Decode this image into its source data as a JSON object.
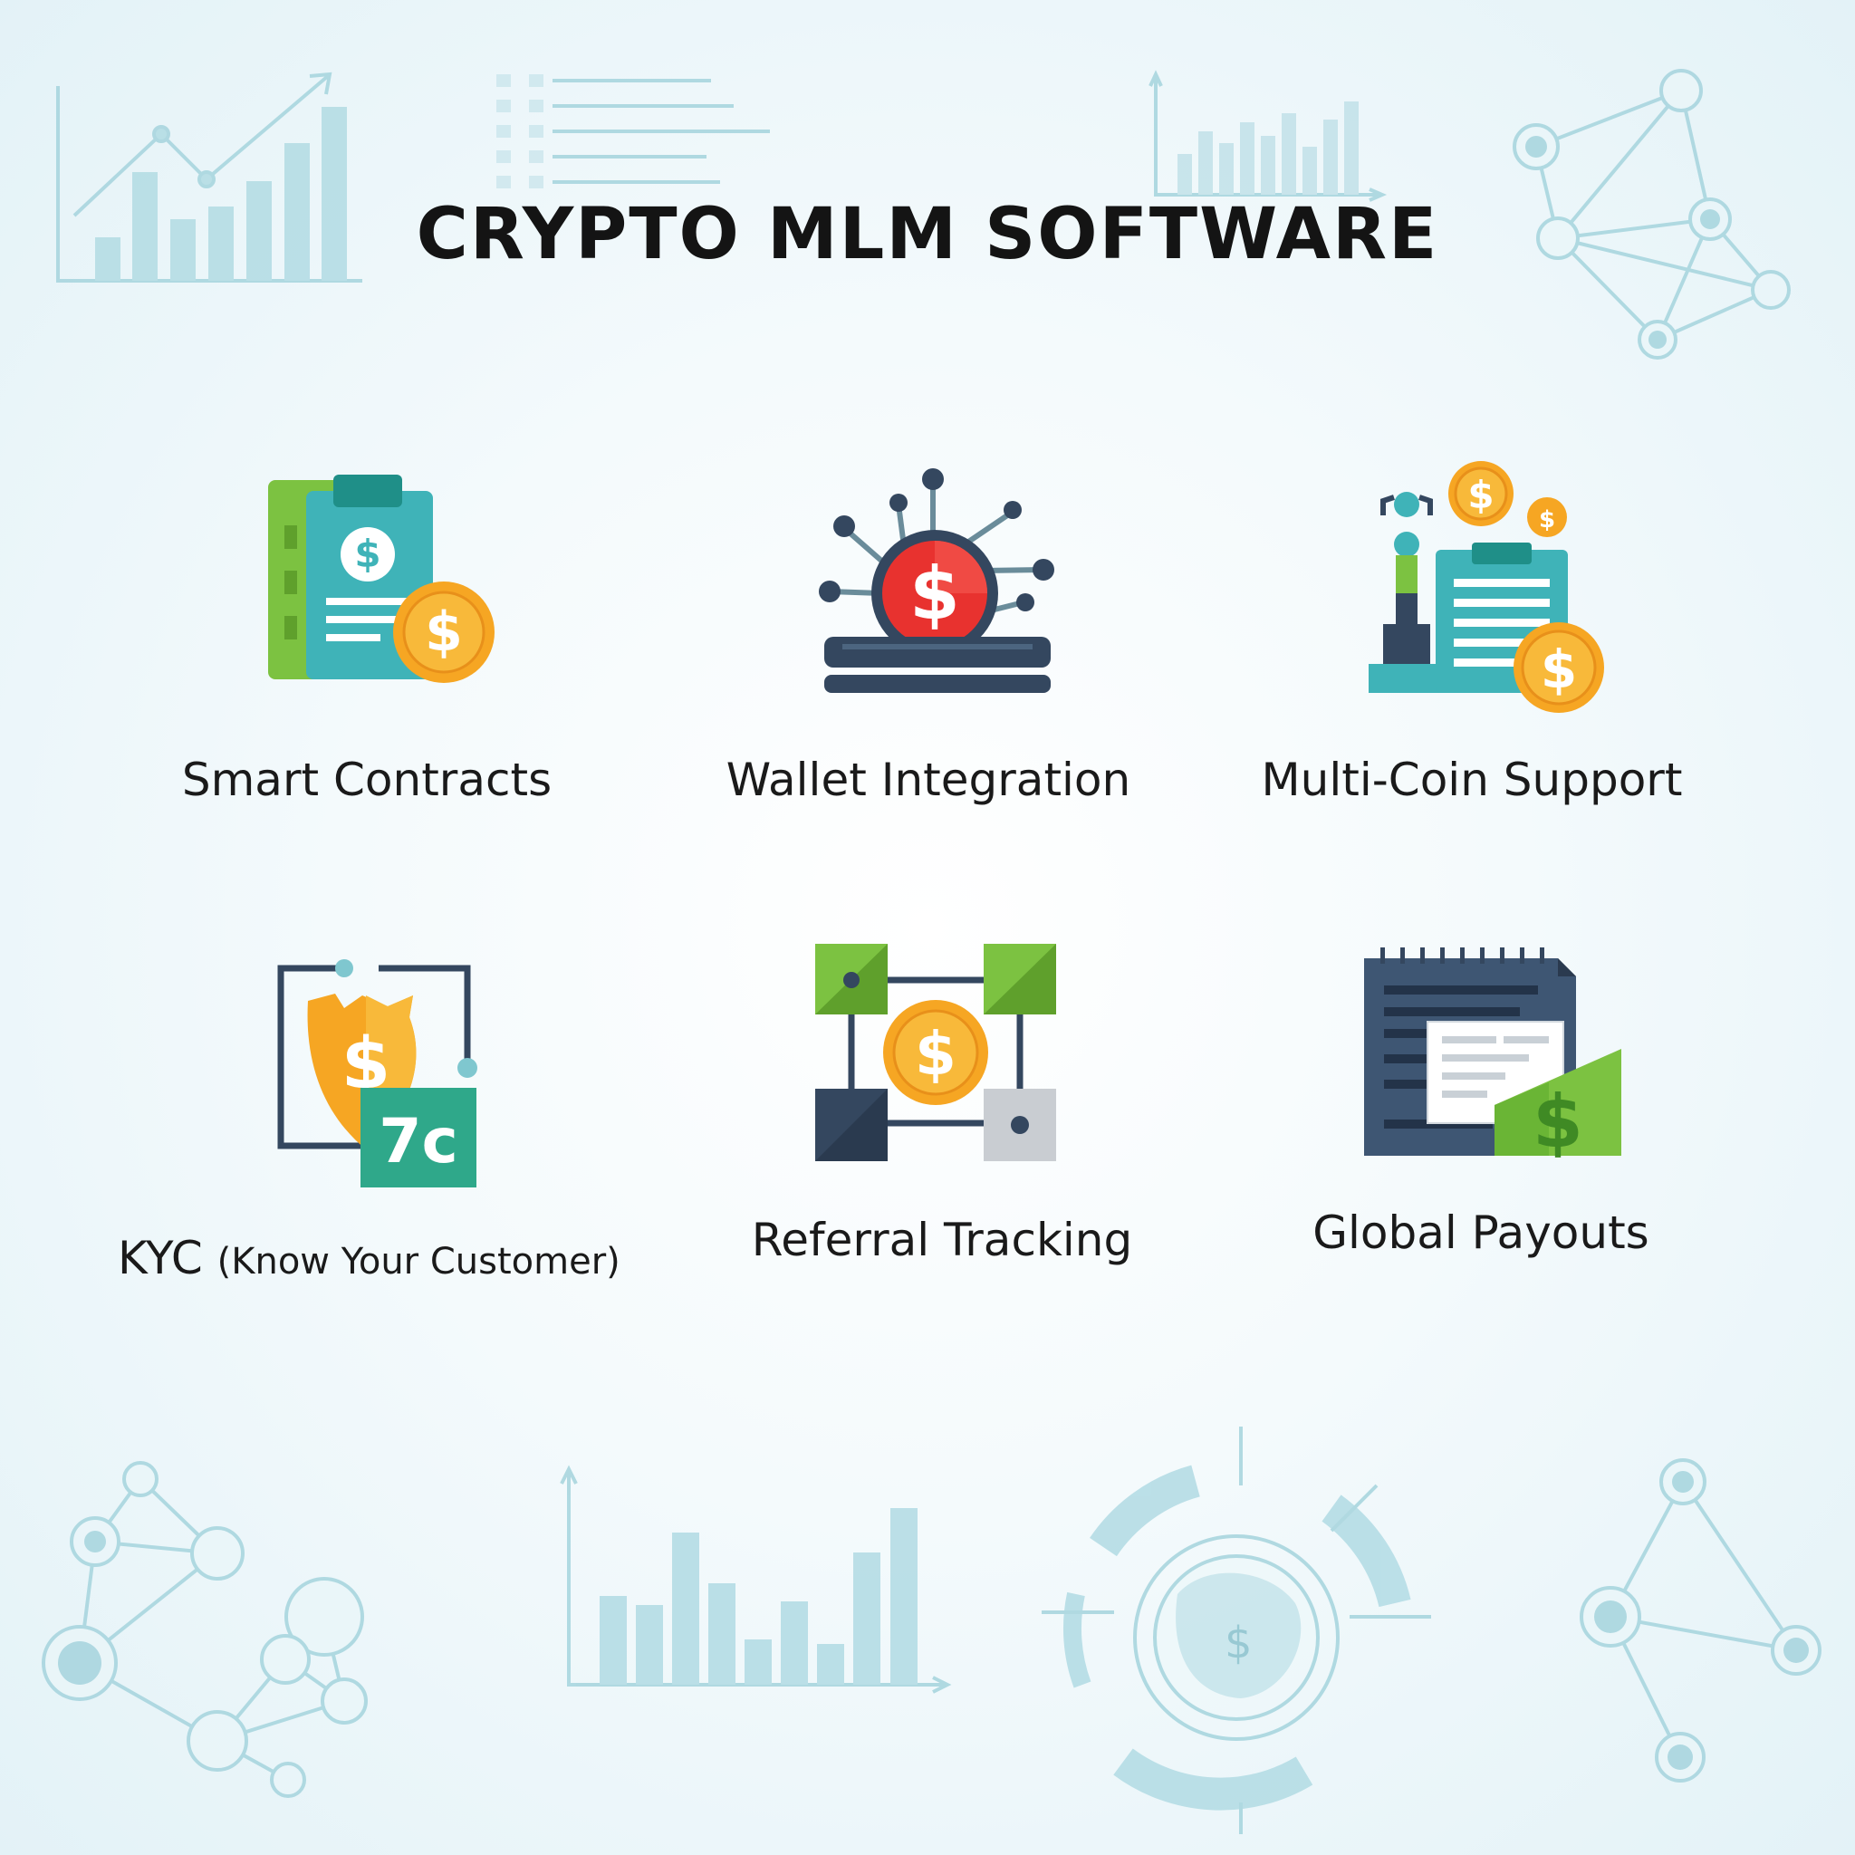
{
  "title": "CRYPTO MLM SOFTWARE",
  "features": [
    {
      "label": "Smart Contracts",
      "icon": "contract-document-icon"
    },
    {
      "label": "Wallet Integration",
      "icon": "wallet-dollar-network-icon"
    },
    {
      "label": "Multi-Coin Support",
      "icon": "multi-coin-clipboard-icon"
    },
    {
      "label_main": "KYC",
      "label_sub": "(Know Your Customer)",
      "icon": "kyc-shield-icon",
      "badge": "7c"
    },
    {
      "label": "Referral Tracking",
      "icon": "referral-network-icon"
    },
    {
      "label": "Global Payouts",
      "icon": "payout-document-icon"
    }
  ],
  "colors": {
    "decor": "#a9d6df",
    "dark": "#34475f",
    "green": "#7cc241",
    "teal": "#3fb3b8",
    "gold": "#f6a623",
    "red": "#e8322f"
  }
}
